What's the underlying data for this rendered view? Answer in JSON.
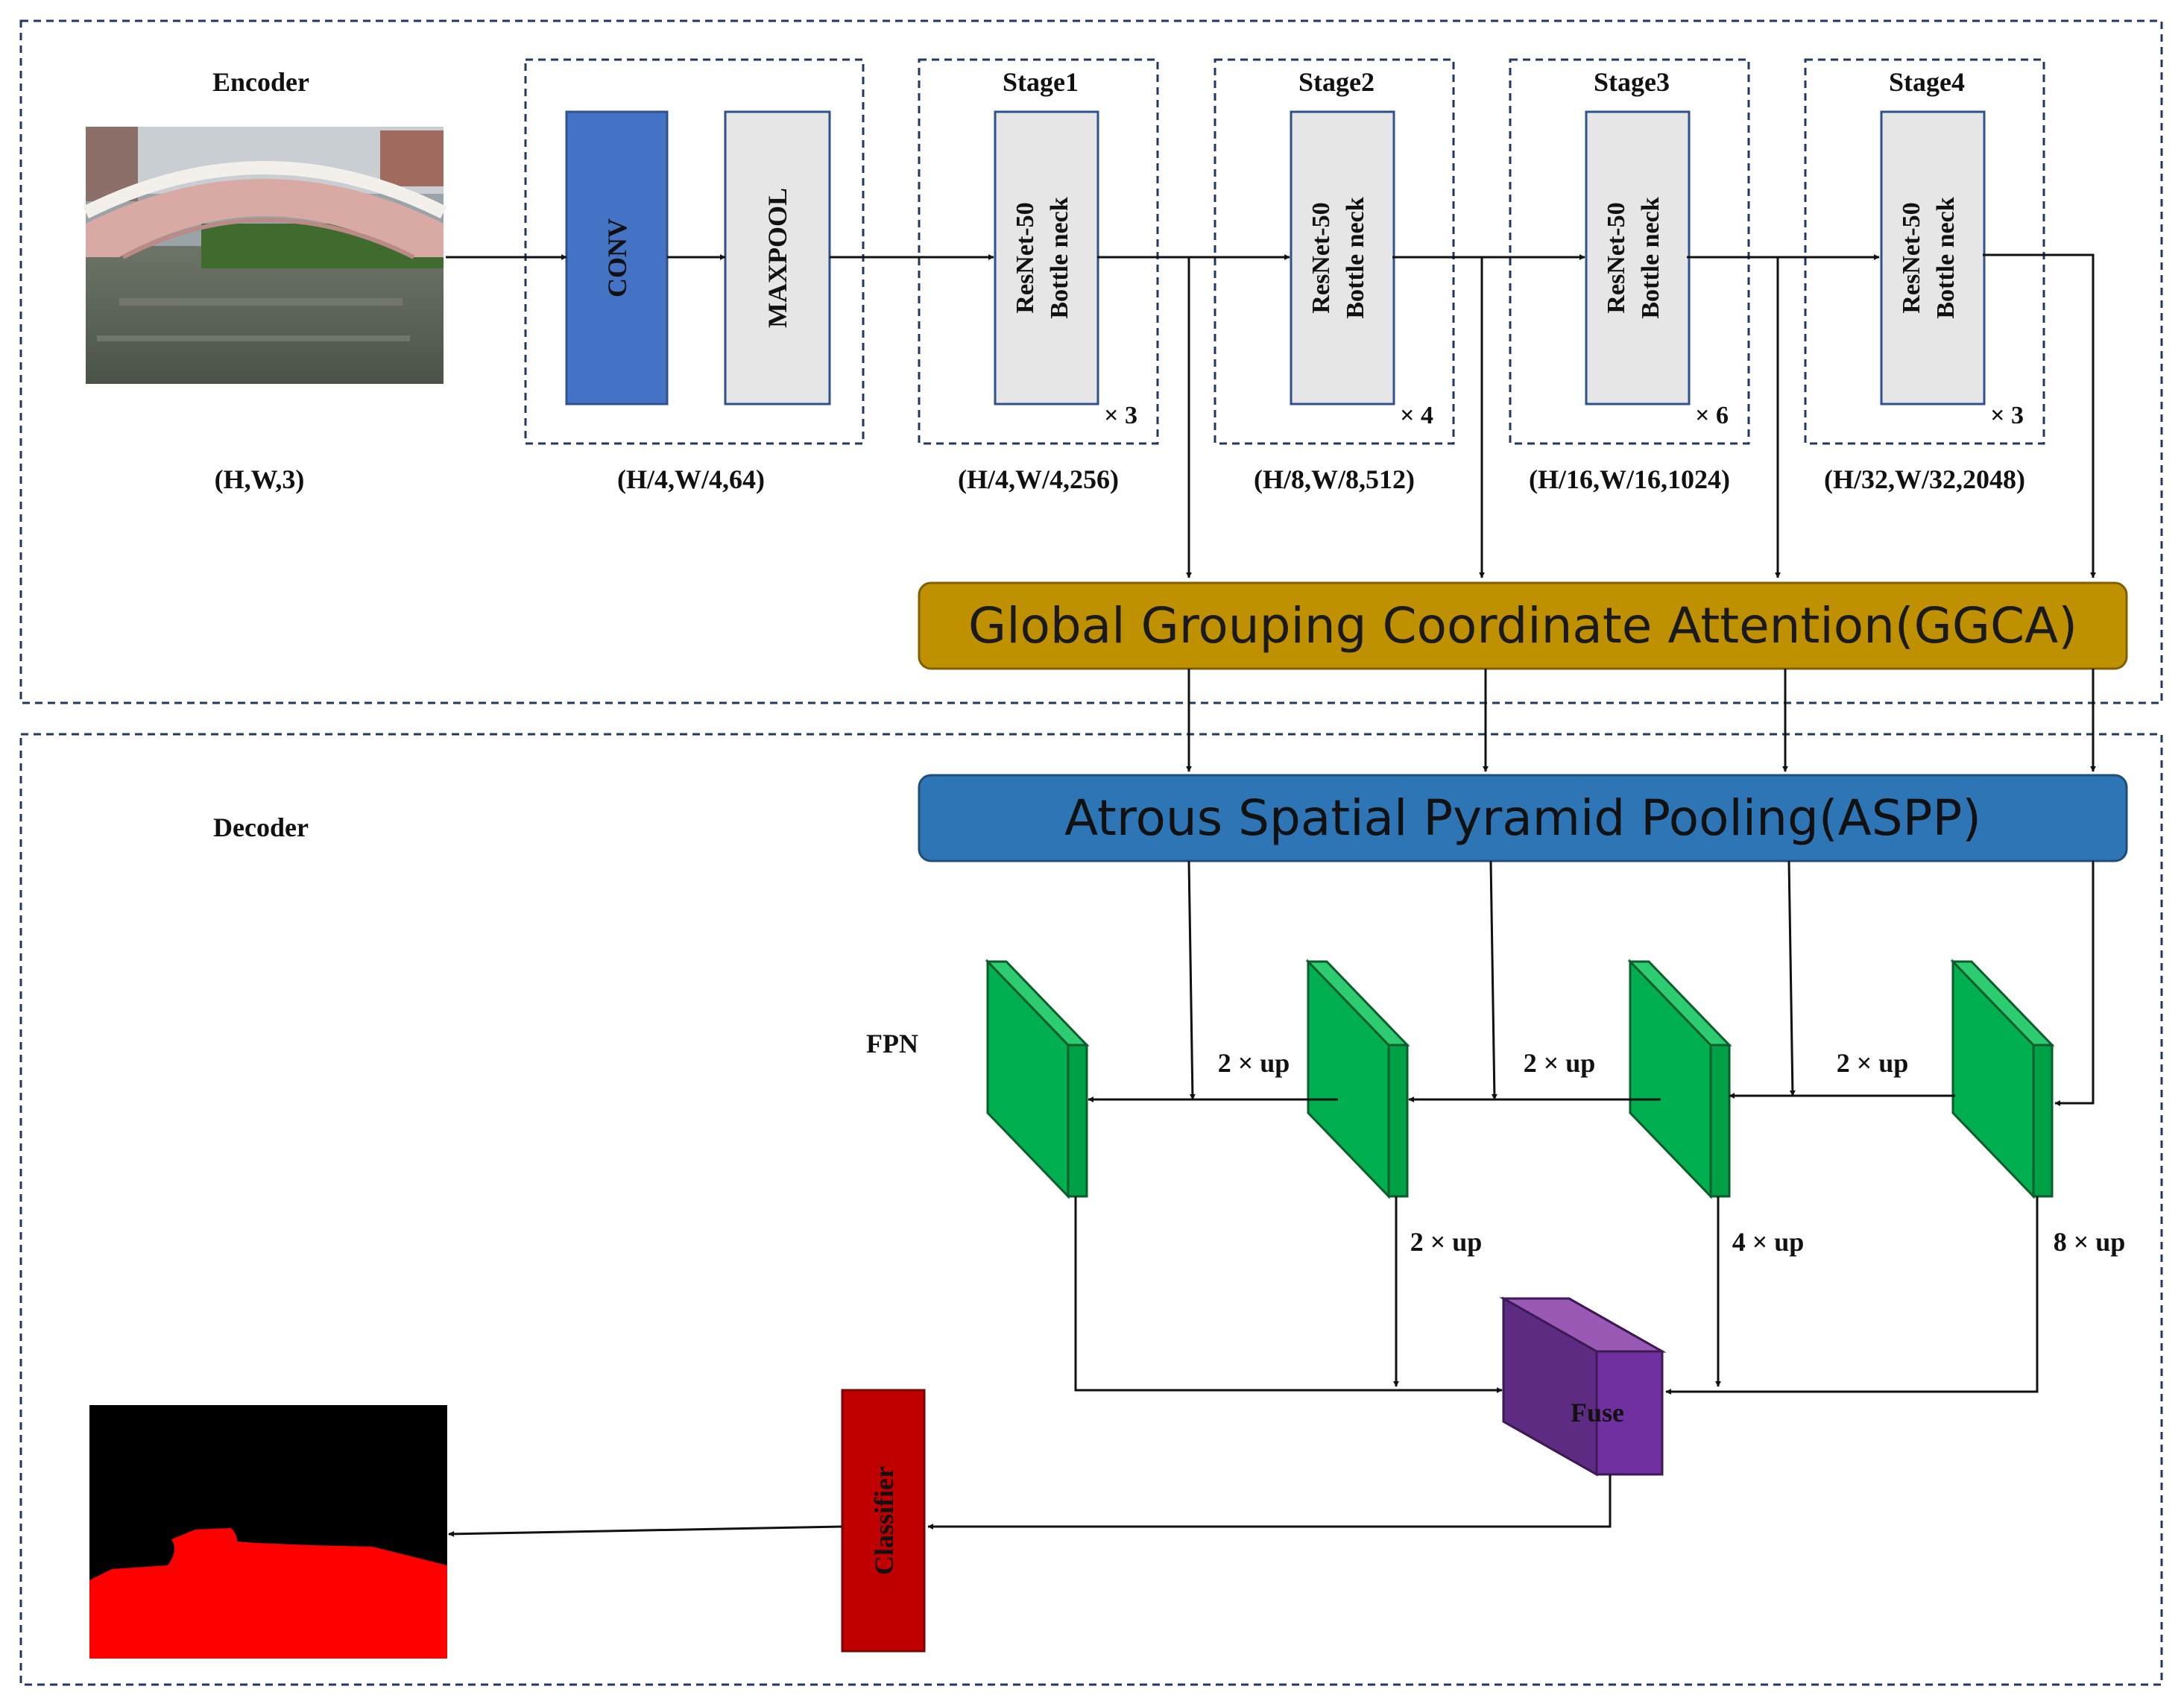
{
  "encoder": {
    "label": "Encoder",
    "input_dim": "(H,W,3)",
    "stem": {
      "conv": "CONV",
      "maxpool": "MAXPOOL",
      "dim": "(H/4,W/4,64)"
    },
    "stages": [
      {
        "title": "Stage1",
        "block_line1": "ResNet-50",
        "block_line2": "Bottle neck",
        "repeat": "× 3",
        "dim": "(H/4,W/4,256)"
      },
      {
        "title": "Stage2",
        "block_line1": "ResNet-50",
        "block_line2": "Bottle neck",
        "repeat": "× 4",
        "dim": "(H/8,W/8,512)"
      },
      {
        "title": "Stage3",
        "block_line1": "ResNet-50",
        "block_line2": "Bottle neck",
        "repeat": "× 6",
        "dim": "(H/16,W/16,1024)"
      },
      {
        "title": "Stage4",
        "block_line1": "ResNet-50",
        "block_line2": "Bottle neck",
        "repeat": "× 3",
        "dim": "(H/32,W/32,2048)"
      }
    ]
  },
  "ggca": {
    "label": "Global Grouping Coordinate Attention(GGCA)"
  },
  "decoder": {
    "label": "Decoder",
    "aspp": "Atrous Spatial Pyramid Pooling(ASPP)",
    "fpn": "FPN",
    "lateral_up": [
      "2 × up",
      "2 × up",
      "2 × up"
    ],
    "fuse_up": [
      "2 × up",
      "4 × up",
      "8 × up"
    ],
    "fuse": "Fuse",
    "classifier": "Classifier"
  },
  "colors": {
    "conv": "#4472C4",
    "gray_block": "#E7E6E6",
    "ggca": "#BF9000",
    "aspp": "#2E75B6",
    "fpn_green": "#00B050",
    "fuse_purple": "#7030A0",
    "classifier_red": "#C00000",
    "mask_red": "#FF0000",
    "dashed": "#203864"
  }
}
